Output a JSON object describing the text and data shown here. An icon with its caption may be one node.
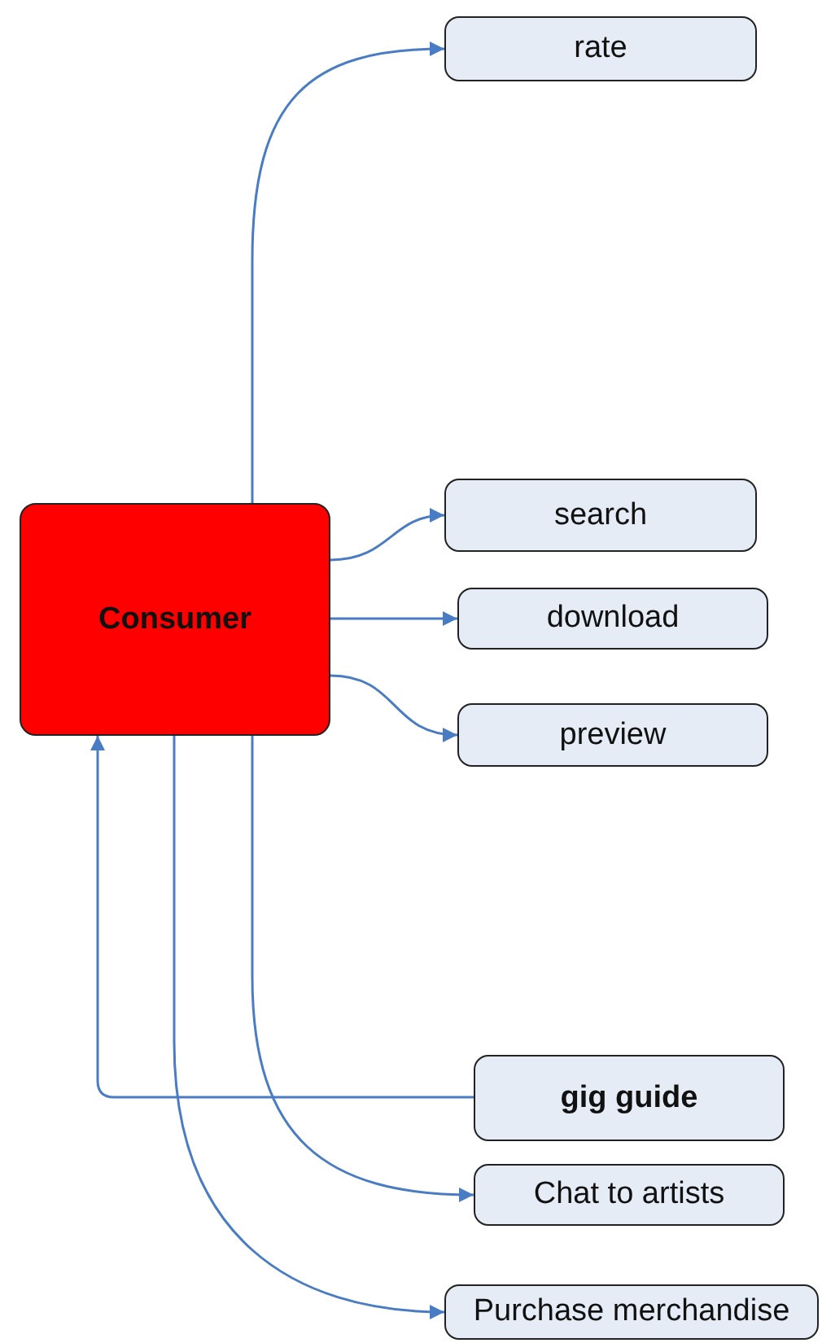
{
  "diagram": {
    "nodes": [
      {
        "text": [
          "Consumer"
        ]
      },
      {
        "text": [
          "rate"
        ]
      },
      {
        "text": [
          "search"
        ]
      },
      {
        "text": [
          "download"
        ]
      },
      {
        "text": [
          "preview"
        ]
      },
      {
        "text": [
          "gig guide"
        ]
      },
      {
        "text": [
          "Chat to artists"
        ]
      },
      {
        "text": [
          "Purchase merchandise"
        ]
      }
    ],
    "edges": [
      {
        "from": 0,
        "to": 1,
        "arrow": "to"
      },
      {
        "from": 0,
        "to": 2,
        "arrow": "to"
      },
      {
        "from": 0,
        "to": 3,
        "arrow": "to"
      },
      {
        "from": 0,
        "to": 4,
        "arrow": "to"
      },
      {
        "from": 5,
        "to": 0,
        "arrow": "to"
      },
      {
        "from": 0,
        "to": 6,
        "arrow": "to"
      },
      {
        "from": 0,
        "to": 7,
        "arrow": "to"
      }
    ]
  }
}
